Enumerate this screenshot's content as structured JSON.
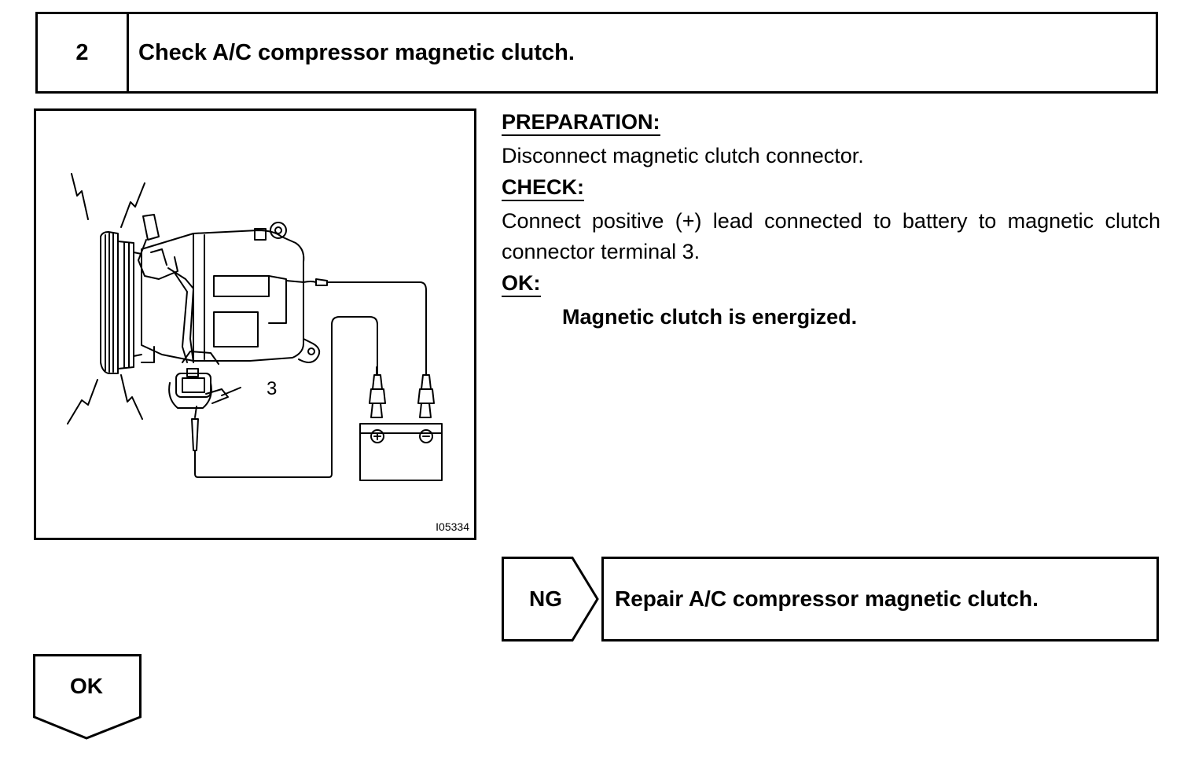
{
  "step": {
    "number": "2",
    "title": "Check A/C compressor magnetic clutch."
  },
  "figure": {
    "id": "I05334",
    "callout": "3"
  },
  "instructions": {
    "preparation_heading": "PREPARATION:",
    "preparation_text": "Disconnect magnetic clutch connector.",
    "check_heading": "CHECK:",
    "check_text": "Connect positive (+) lead connected to battery to magnetic clutch connector terminal 3.",
    "ok_heading": "OK:",
    "ok_text": "Magnetic clutch is energized."
  },
  "outcomes": {
    "ng_label": "NG",
    "ng_action": "Repair A/C compressor magnetic clutch.",
    "ok_label": "OK"
  }
}
